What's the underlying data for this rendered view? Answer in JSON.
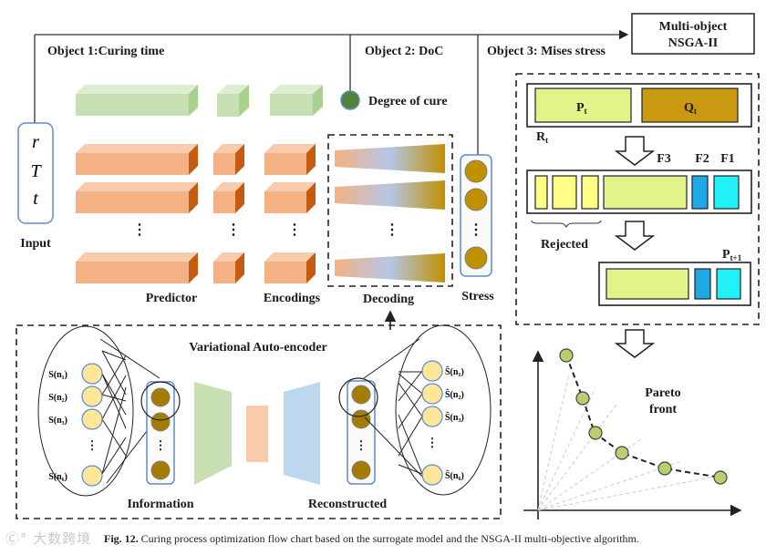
{
  "objectives": {
    "object1": "Object 1:Curing time",
    "object2": "Object 2: DoC",
    "object3": "Object 3: Mises stress"
  },
  "nsga_box": {
    "line1": "Multi-object",
    "line2": "NSGA-II"
  },
  "input": {
    "label": "Input",
    "vars": [
      "r",
      "T",
      "t"
    ]
  },
  "surrogate": {
    "predictor_label": "Predictor",
    "encodings_label": "Encodings",
    "decoding_label": "Decoding",
    "stress_label": "Stress",
    "degree_of_cure_label": "Degree of cure",
    "ellipsis": "⋮"
  },
  "vae": {
    "title": "Variational Auto-encoder",
    "information_label": "Information",
    "reconstructed_label": "Reconstructed",
    "inputs": [
      "S(n₁)",
      "S(n₂)",
      "S(n₃)",
      "S(n₆)"
    ],
    "outputs": [
      "Ŝ(n₁)",
      "Ŝ(n₂)",
      "Ŝ(n₃)",
      "Ŝ(n₆)"
    ]
  },
  "nsga": {
    "pt": "P",
    "pt_sub": "t",
    "qt": "Q",
    "qt_sub": "t",
    "rt": "R",
    "rt_sub": "t",
    "f3": "F3",
    "f2": "F2",
    "f1": "F1",
    "rejected": "Rejected",
    "pt1": "P",
    "pt1_sub": "t+1"
  },
  "pareto": {
    "label_line1": "Pareto",
    "label_line2": "front"
  },
  "colors": {
    "green_block": "#c6e0b4",
    "orange_block": "#f4b183",
    "orange_side": "#c55a11",
    "gold": "#bf9000",
    "doc_green": "#548235",
    "pt_green": "#e2f38a",
    "qt_brown": "#c99a0f",
    "rejected_yellow": "#ffff88",
    "f2_blue": "#1fa7e6",
    "f1_cyan": "#22f0f7",
    "node_yellow": "#ffe699",
    "vae_blue": "#bdd7ee"
  },
  "caption": {
    "label": "Fig. 12.",
    "text": "Curing process optimization flow chart based on the surrogate model and the NSGA-II multi-objective algorithm."
  },
  "watermark": "大数跨境"
}
